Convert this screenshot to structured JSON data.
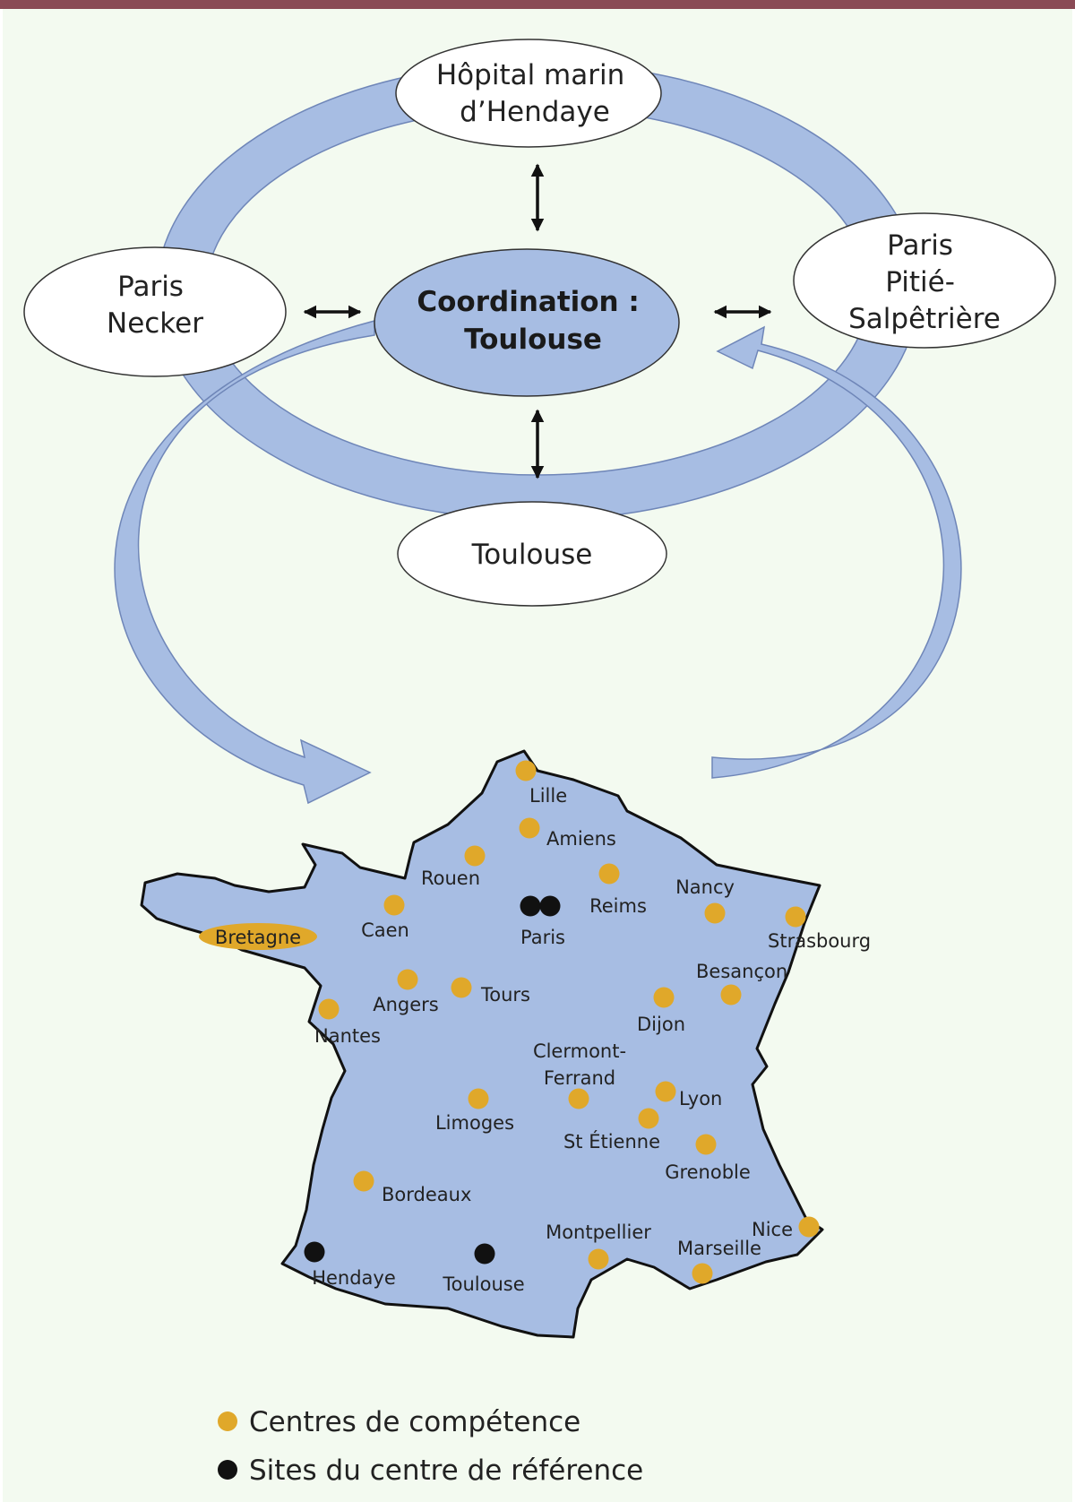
{
  "colors": {
    "top_bar": "#8a4a55",
    "panel": "#f3faf0",
    "ring": "#a7bde3",
    "ring_stroke": "#6f86b8",
    "map_fill": "#a7bde3",
    "competence": "#e0a82a",
    "reference": "#111111"
  },
  "nodes": {
    "hendaye": [
      "Hôpital marin",
      "d’Hendaye"
    ],
    "necker": [
      "Paris",
      "Necker"
    ],
    "pitie": [
      "Paris",
      "Pitié-",
      "Salpêtrière"
    ],
    "toulouse": [
      "Toulouse"
    ],
    "coordination": [
      "Coordination :",
      "Toulouse"
    ]
  },
  "region": {
    "label": "Bretagne"
  },
  "cities": [
    {
      "name": "Lille",
      "type": "competence"
    },
    {
      "name": "Amiens",
      "type": "competence"
    },
    {
      "name": "Rouen",
      "type": "competence"
    },
    {
      "name": "Reims",
      "type": "competence"
    },
    {
      "name": "Nancy",
      "type": "competence"
    },
    {
      "name": "Strasbourg",
      "type": "competence"
    },
    {
      "name": "Caen",
      "type": "competence"
    },
    {
      "name": "Paris",
      "type": "reference"
    },
    {
      "name": "Besançon",
      "type": "competence"
    },
    {
      "name": "Angers",
      "type": "competence"
    },
    {
      "name": "Tours",
      "type": "competence"
    },
    {
      "name": "Nantes",
      "type": "competence"
    },
    {
      "name": "Dijon",
      "type": "competence"
    },
    {
      "name": "Clermont-Ferrand",
      "type": "competence"
    },
    {
      "name": "Lyon",
      "type": "competence"
    },
    {
      "name": "Limoges",
      "type": "competence"
    },
    {
      "name": "St Étienne",
      "type": "competence"
    },
    {
      "name": "Grenoble",
      "type": "competence"
    },
    {
      "name": "Bordeaux",
      "type": "competence"
    },
    {
      "name": "Nice",
      "type": "competence"
    },
    {
      "name": "Montpellier",
      "type": "competence"
    },
    {
      "name": "Marseille",
      "type": "competence"
    },
    {
      "name": "Hendaye",
      "type": "reference"
    },
    {
      "name": "Toulouse",
      "type": "reference"
    }
  ],
  "legend": [
    {
      "label": "Centres de compétence",
      "type": "competence"
    },
    {
      "label": "Sites du centre de référence",
      "type": "reference"
    }
  ]
}
